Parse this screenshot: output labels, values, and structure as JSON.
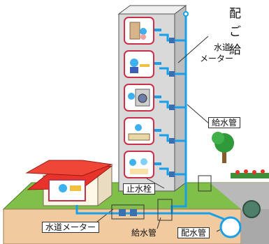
{
  "header_lines": [
    "配",
    "ご",
    "給"
  ],
  "labels": {
    "meter_top_line1": "水道",
    "meter_top_line2": "メーター",
    "supply_pipe_upper": "給水管",
    "stop_valve": "止水栓",
    "meter_bottom": "水道メーター",
    "supply_pipe_lower": "給水管",
    "distribution_pipe": "配水管"
  },
  "colors": {
    "pipe": "#1aa0e8",
    "building": "#d9d9d9",
    "window_frame": "#c7324a",
    "ground_soil": "#f2caa0",
    "grass": "#6fb43f",
    "roof": "#e8332b"
  },
  "icons": [
    "toilet-icon",
    "kitchen-icon",
    "washing-machine-icon",
    "sink-icon",
    "bathroom-icon"
  ]
}
